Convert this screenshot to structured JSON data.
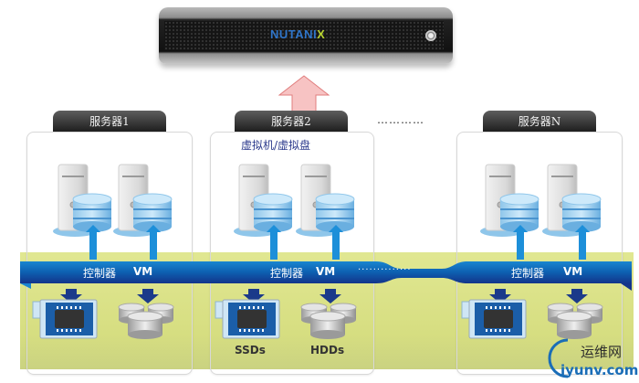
{
  "appliance": {
    "brand_main": "NUTANI",
    "brand_x": "X"
  },
  "servers": [
    {
      "tab_label": "服务器1",
      "vm_label": "",
      "controller_label": "控制器",
      "vm_bus_label": "VM"
    },
    {
      "tab_label": "服务器2",
      "vm_label": "虚拟机/虚拟盘",
      "controller_label": "控制器",
      "vm_bus_label": "VM",
      "ssd_label": "SSDs",
      "hdd_label": "HDDs"
    },
    {
      "tab_label": "服务器N",
      "vm_label": "",
      "controller_label": "控制器",
      "vm_bus_label": "VM"
    }
  ],
  "ellipsis_top": "…………",
  "ellipsis_bus": "··············",
  "colors": {
    "bus_blue": "#0d5fb0",
    "bus_dark": "#123c8c",
    "arrow_light": "#1d8fd9",
    "arrow_dark": "#1b3a8a",
    "yellow_band": "#dfe68c",
    "up_arrow_fill": "#f7c3c3",
    "up_arrow_stroke": "#e07d7d"
  },
  "watermark": {
    "cn": "运维网",
    "en": "iyunv.com"
  }
}
